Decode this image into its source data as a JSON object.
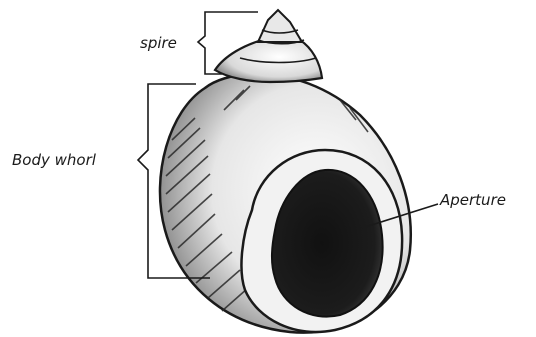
{
  "labels": {
    "spire": "spire",
    "body_whorl": "Body whorl",
    "aperture": "Aperture"
  },
  "colors": {
    "ink": "#1a1a1a",
    "paper": "#ffffff",
    "shade": "#6b6b6b"
  }
}
